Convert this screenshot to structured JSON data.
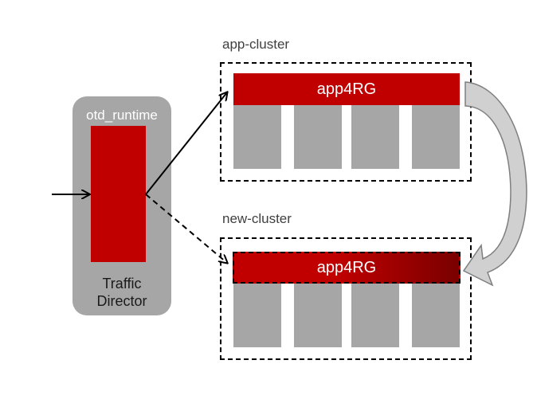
{
  "traffic_director": {
    "title": "otd_runtime",
    "label": "Traffic\nDirector"
  },
  "clusters": [
    {
      "label": "app-cluster",
      "app_label": "app4RG",
      "node_count": 4
    },
    {
      "label": "new-cluster",
      "app_label": "app4RG",
      "node_count": 4
    }
  ],
  "colors": {
    "accent_red": "#c00000",
    "dark_red": "#7a0000",
    "node_gray": "#a6a6a6"
  }
}
